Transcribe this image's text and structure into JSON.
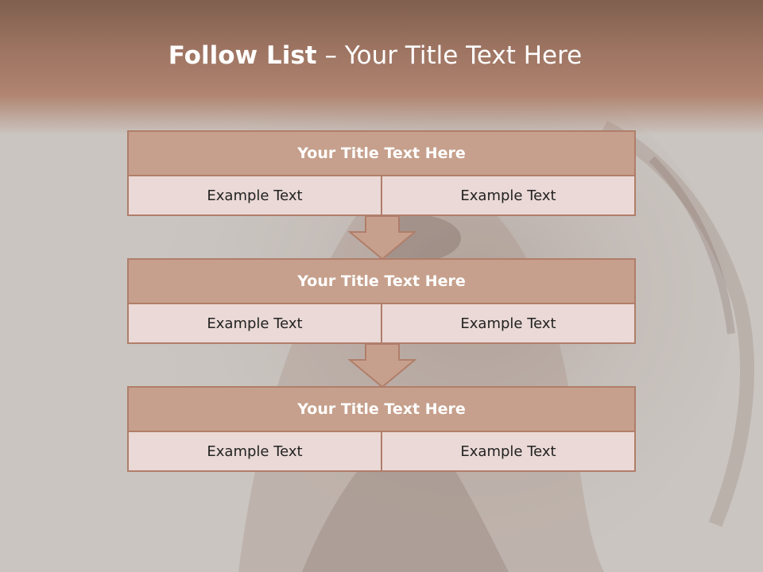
{
  "slide": {
    "title_bold": "Follow List",
    "title_rest": " – Your Title Text Here"
  },
  "blocks": [
    {
      "title": "Your Title Text Here",
      "cells": [
        "Example Text",
        "Example Text"
      ]
    },
    {
      "title": "Your Title Text Here",
      "cells": [
        "Example Text",
        "Example Text"
      ]
    },
    {
      "title": "Your Title Text Here",
      "cells": [
        "Example Text",
        "Example Text"
      ]
    }
  ],
  "colors": {
    "header": "#9c7361",
    "block_title_fill": "#c6a08c",
    "block_row_fill": "#ead9d6",
    "border": "#b07e6a",
    "arrow_fill": "#c6a08c"
  },
  "icons": {
    "connector": "down-arrow-icon"
  }
}
